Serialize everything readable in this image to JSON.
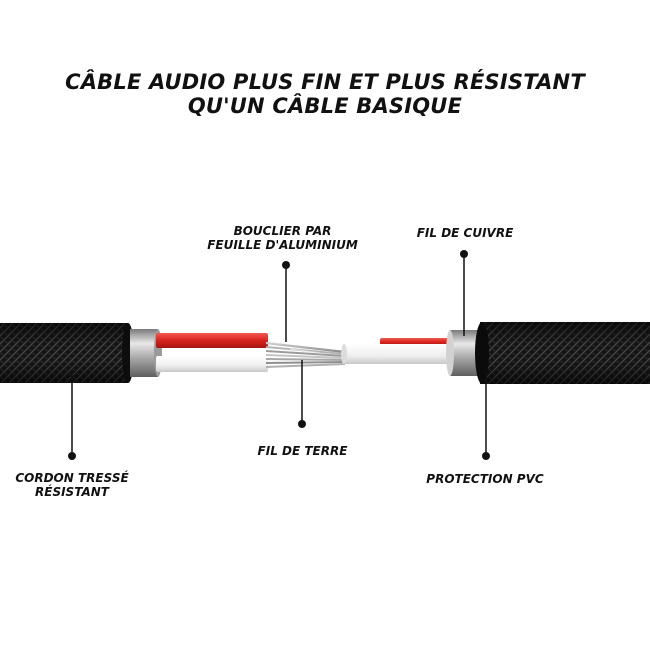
{
  "title": {
    "line1": "CÂBLE AUDIO PLUS FIN ET PLUS RÉSISTANT",
    "line2": "QU'UN CÂBLE BASIQUE"
  },
  "labels": {
    "shield_line1": "BOUCLIER PAR",
    "shield_line2": "FEUILLE D'ALUMINIUM",
    "copper": "FIL DE CUIVRE",
    "ground": "FIL DE TERRE",
    "braid_line1": "CORDON TRESSÉ",
    "braid_line2": "RÉSISTANT",
    "pvc": "PROTECTION PVC"
  },
  "colors": {
    "braid": "#151515",
    "red_wire": "#d9231e",
    "white_wire": "#f2f2f2",
    "silver": "#b8b8b8",
    "callout": "#111111"
  }
}
